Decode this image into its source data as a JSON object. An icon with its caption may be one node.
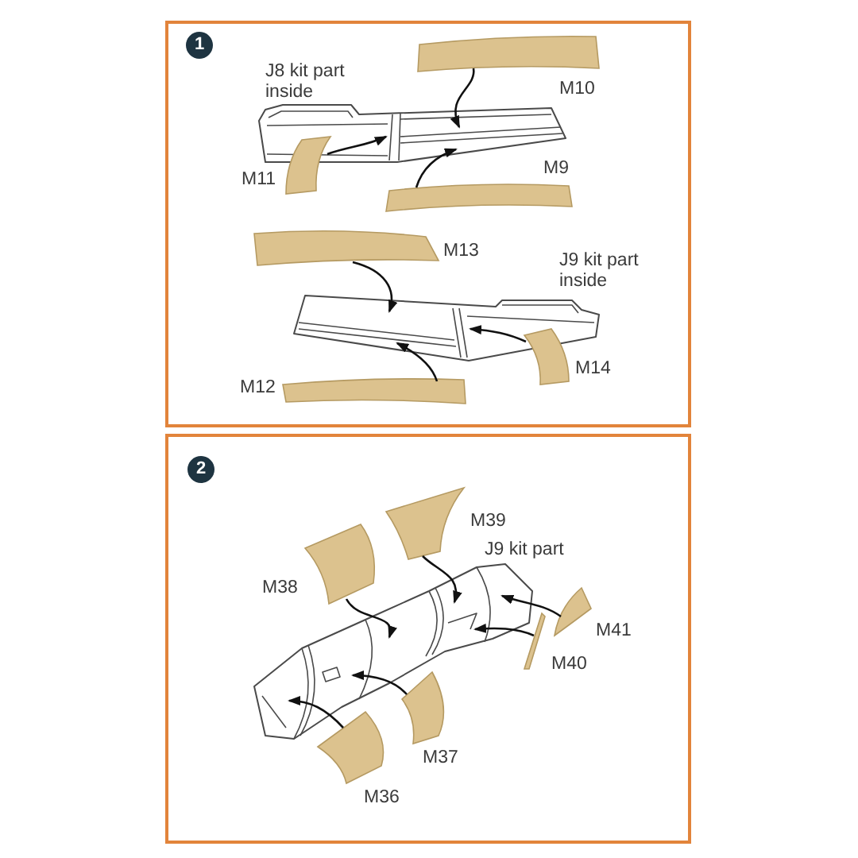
{
  "diagram": {
    "nodes": [
      {
        "text": [],
        "shape": "box"
      },
      {
        "text": [
          "1"
        ],
        "in": 0
      },
      {
        "text": [],
        "shape": "bar",
        "in": 0,
        "beside": [
          "M10"
        ]
      },
      {
        "text": [],
        "shape": "picture",
        "in": 0,
        "beside": [
          "J8 kit part inside"
        ]
      },
      {
        "text": [],
        "shape": "box",
        "in": 0,
        "beside": [
          "M11"
        ]
      },
      {
        "text": [],
        "shape": "bar",
        "in": 0,
        "beside": [
          "M9"
        ]
      },
      {
        "text": [],
        "shape": "bar",
        "in": 0,
        "beside": [
          "M13"
        ]
      },
      {
        "text": [],
        "shape": "picture",
        "in": 0,
        "beside": [
          "J9 kit part inside"
        ]
      },
      {
        "text": [],
        "shape": "bar",
        "in": 0,
        "beside": [
          "M12"
        ]
      },
      {
        "text": [],
        "shape": "box",
        "in": 0,
        "beside": [
          "M14"
        ]
      },
      {
        "text": [],
        "shape": "box"
      },
      {
        "text": [
          "2"
        ],
        "in": 10
      },
      {
        "text": [],
        "shape": "box",
        "in": 10,
        "beside": [
          "M39"
        ]
      },
      {
        "text": [],
        "shape": "box",
        "in": 10,
        "beside": [
          "M38"
        ]
      },
      {
        "text": [],
        "shape": "picture",
        "in": 10,
        "beside": [
          "J9 kit part"
        ]
      },
      {
        "text": [],
        "shape": "box",
        "in": 10,
        "beside": [
          "M41"
        ]
      },
      {
        "text": [],
        "shape": "bar",
        "in": 10,
        "beside": [
          "M40"
        ]
      },
      {
        "text": [],
        "shape": "box",
        "in": 10,
        "beside": [
          "M37"
        ]
      },
      {
        "text": [],
        "shape": "box",
        "in": 10,
        "beside": [
          "M36"
        ]
      }
    ],
    "edges": [
      {
        "from": 2,
        "to": 3,
        "arrow": "to"
      },
      {
        "from": 4,
        "to": 3,
        "arrow": "to"
      },
      {
        "from": 5,
        "to": 3,
        "arrow": "to"
      },
      {
        "from": 6,
        "to": 7,
        "arrow": "to"
      },
      {
        "from": 8,
        "to": 7,
        "arrow": "to"
      },
      {
        "from": 9,
        "to": 7,
        "arrow": "to"
      },
      {
        "from": 13,
        "to": 14,
        "arrow": "to"
      },
      {
        "from": 12,
        "to": 14,
        "arrow": "to"
      },
      {
        "from": 15,
        "to": 14,
        "arrow": "to"
      },
      {
        "from": 16,
        "to": 14,
        "arrow": "to"
      },
      {
        "from": 17,
        "to": 14,
        "arrow": "to"
      },
      {
        "from": 18,
        "to": 14,
        "arrow": "to"
      }
    ]
  }
}
